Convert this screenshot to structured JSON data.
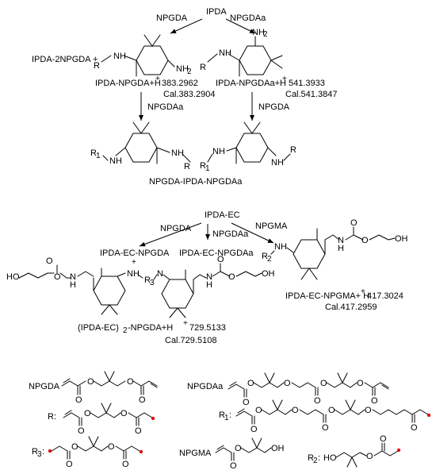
{
  "scheme1": {
    "start": "IPDA",
    "left_reagent": "NPGDA",
    "right_reagent": "NPGDAa",
    "side_product": "IPDA-2NPGDA +",
    "left_ion": "IPDA-NPGDA+H",
    "left_mz": "383.2962",
    "left_cal": "Cal.383.2904",
    "right_ion": "IPDA-NPGDAa+H",
    "right_mz": "541.3933",
    "right_cal": "Cal.541.3847",
    "left_down_reagent": "NPGDAa",
    "right_down_reagent": "NPGDA",
    "final_product": "NPGDA-IPDA-NPGDAa"
  },
  "scheme2": {
    "start": "IPDA-EC",
    "reagent_left": "NPGDA",
    "reagent_mid": "NPGDAa",
    "reagent_right": "NPGMA",
    "prod_left": "IPDA-EC-NPGDA",
    "plus": "+",
    "prod_mid": "IPDA-EC-NPGDAa",
    "dimer_ion_a": "(IPDA-EC)",
    "dimer_ion_b": "2",
    "dimer_ion_c": "-NPGDA+H",
    "dimer_mz": "729.5133",
    "dimer_cal": "Cal.729.5108",
    "right_ion": "IPDA-EC-NPGMA+ H",
    "right_mz": "417.3024",
    "right_cal": "Cal.417.2959"
  },
  "atoms": {
    "N": "N",
    "H": "H",
    "NH": "NH",
    "NH2": "NH",
    "sub2": "2",
    "R": "R",
    "R1": "R",
    "sub1": "1",
    "R2": "R",
    "R3": "R",
    "sub3": "3",
    "HO": "HO",
    "OH": "OH",
    "O": "O",
    "plus_sup": "+",
    "colon": ":"
  },
  "legend": {
    "NPGDA": "NPGDA",
    "NPGDAa": "NPGDAa",
    "R": "R:",
    "R1": "R",
    "R1_sub": "1",
    "R3": "R",
    "R3_sub": "3",
    "NPGMA": "NPGMA",
    "R2": "R",
    "R2_sub": "2"
  }
}
